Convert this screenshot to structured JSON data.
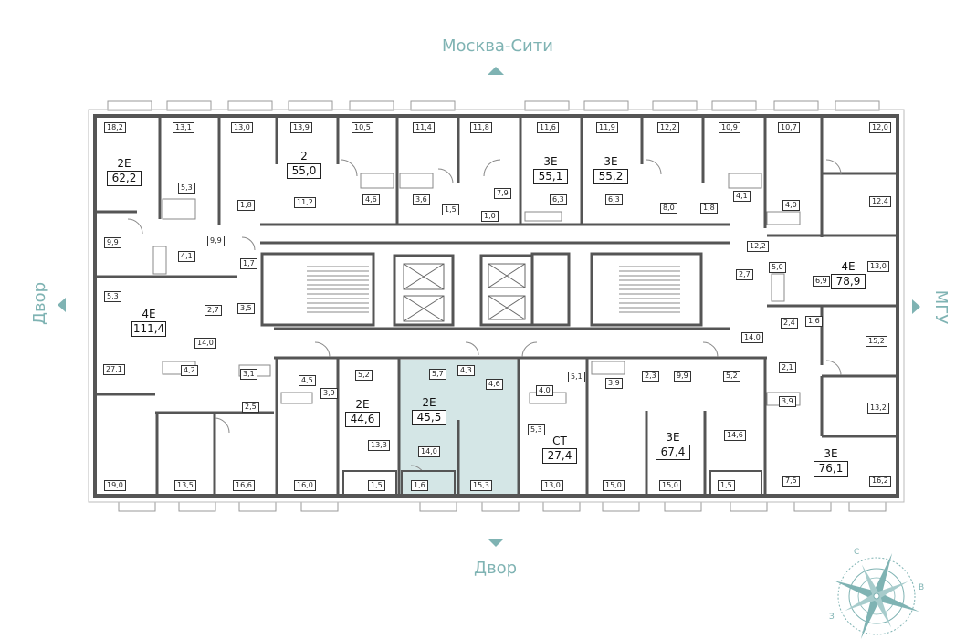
{
  "directions": {
    "top": "Москва-Сити",
    "bottom": "Двор",
    "left": "Двор",
    "right": "МГУ"
  },
  "compass": {
    "n": "С",
    "e": "В",
    "w": "З"
  },
  "colors": {
    "wall": "#555555",
    "accent": "#7fb3b3",
    "highlight": "#d4e6e6"
  },
  "apartments": [
    {
      "type": "2Е",
      "area": "62,2"
    },
    {
      "type": "2",
      "area": "55,0"
    },
    {
      "type": "3Е",
      "area": "55,1"
    },
    {
      "type": "3Е",
      "area": "55,2"
    },
    {
      "type": "4Е",
      "area": "78,9"
    },
    {
      "type": "4Е",
      "area": "111,4"
    },
    {
      "type": "2Е",
      "area": "44,6"
    },
    {
      "type": "2Е",
      "area": "45,5"
    },
    {
      "type": "СТ",
      "area": "27,4"
    },
    {
      "type": "3Е",
      "area": "67,4"
    },
    {
      "type": "3Е",
      "area": "76,1"
    }
  ],
  "rooms": [
    "18,2",
    "13,1",
    "13,0",
    "13,9",
    "10,5",
    "11,4",
    "11,8",
    "11,6",
    "11,9",
    "12,2",
    "10,9",
    "10,7",
    "12,0",
    "5,3",
    "1,8",
    "11,2",
    "4,6",
    "3,6",
    "1,5",
    "1,0",
    "7,9",
    "6,3",
    "6,3",
    "8,0",
    "1,8",
    "4,1",
    "4,0",
    "12,4",
    "9,9",
    "4,1",
    "9,9",
    "1,7",
    "12,2",
    "2,7",
    "5,0",
    "6,9",
    "13,0",
    "5,3",
    "2,7",
    "3,5",
    "2,4",
    "1,6",
    "14,0",
    "14,0",
    "27,1",
    "4,2",
    "3,1",
    "4,5",
    "5,2",
    "5,7",
    "4,3",
    "4,6",
    "4,0",
    "5,1",
    "3,9",
    "2,3",
    "9,9",
    "5,2",
    "2,1",
    "15,2",
    "3,9",
    "2,5",
    "3,9",
    "5,3",
    "13,2",
    "13,3",
    "14,0",
    "14,6",
    "1,5",
    "1,6",
    "15,3",
    "1,5",
    "7,5",
    "16,2",
    "19,0",
    "13,5",
    "16,6",
    "16,0",
    "13,0",
    "15,0",
    "15,0"
  ]
}
